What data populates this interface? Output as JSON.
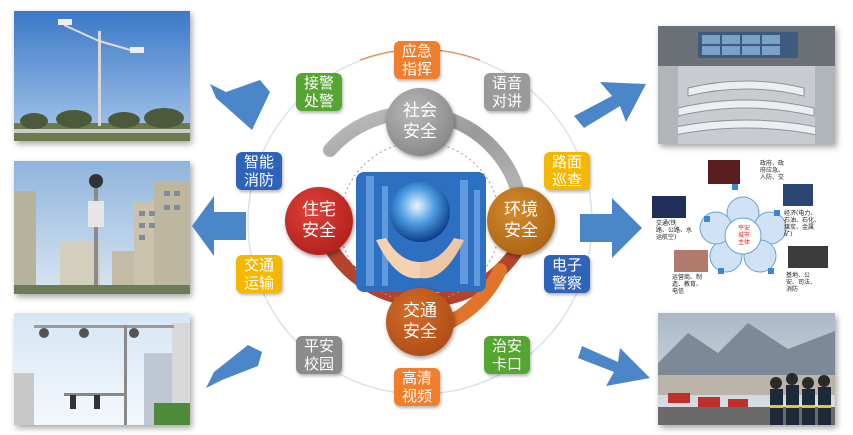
{
  "colors": {
    "orange": "#f07e2c",
    "green": "#55a531",
    "gray": "#9a9a9a",
    "yellow": "#f5b800",
    "blue": "#2f63b7",
    "red": "#c8201c",
    "darkgray": "#8b8b8b",
    "arrow": "#4a86c8"
  },
  "hubs": {
    "top": {
      "label": "社会\n安全"
    },
    "left": {
      "label": "住宅\n安全"
    },
    "right": {
      "label": "环境\n安全"
    },
    "bottom": {
      "label": "交通\n安全"
    }
  },
  "tags": [
    {
      "label": "应急\n指挥",
      "color": "orange"
    },
    {
      "label": "语音\n对讲",
      "color": "gray"
    },
    {
      "label": "路面\n巡查",
      "color": "yellow"
    },
    {
      "label": "电子\n警察",
      "color": "blue"
    },
    {
      "label": "治安\n卡口",
      "color": "green"
    },
    {
      "label": "高清\n视频",
      "color": "orange"
    },
    {
      "label": "平安\n校园",
      "color": "gray"
    },
    {
      "label": "交通\n运输",
      "color": "yellow"
    },
    {
      "label": "智能\n消防",
      "color": "blue"
    },
    {
      "label": "接警\n处警",
      "color": "green"
    }
  ],
  "mini_diagram": {
    "center_label": "平安\n城市\n主体",
    "captions": [
      "政府、政\n府应急、\n人防、交",
      "经济(电力、\n石油、石化、\n煤炭、金属\n矿)",
      "基地、公\n安、司法、\n消防",
      "运营商、制\n造、教育、\n电信",
      "交通(铁\n路、公路、水\n运航空)"
    ]
  }
}
